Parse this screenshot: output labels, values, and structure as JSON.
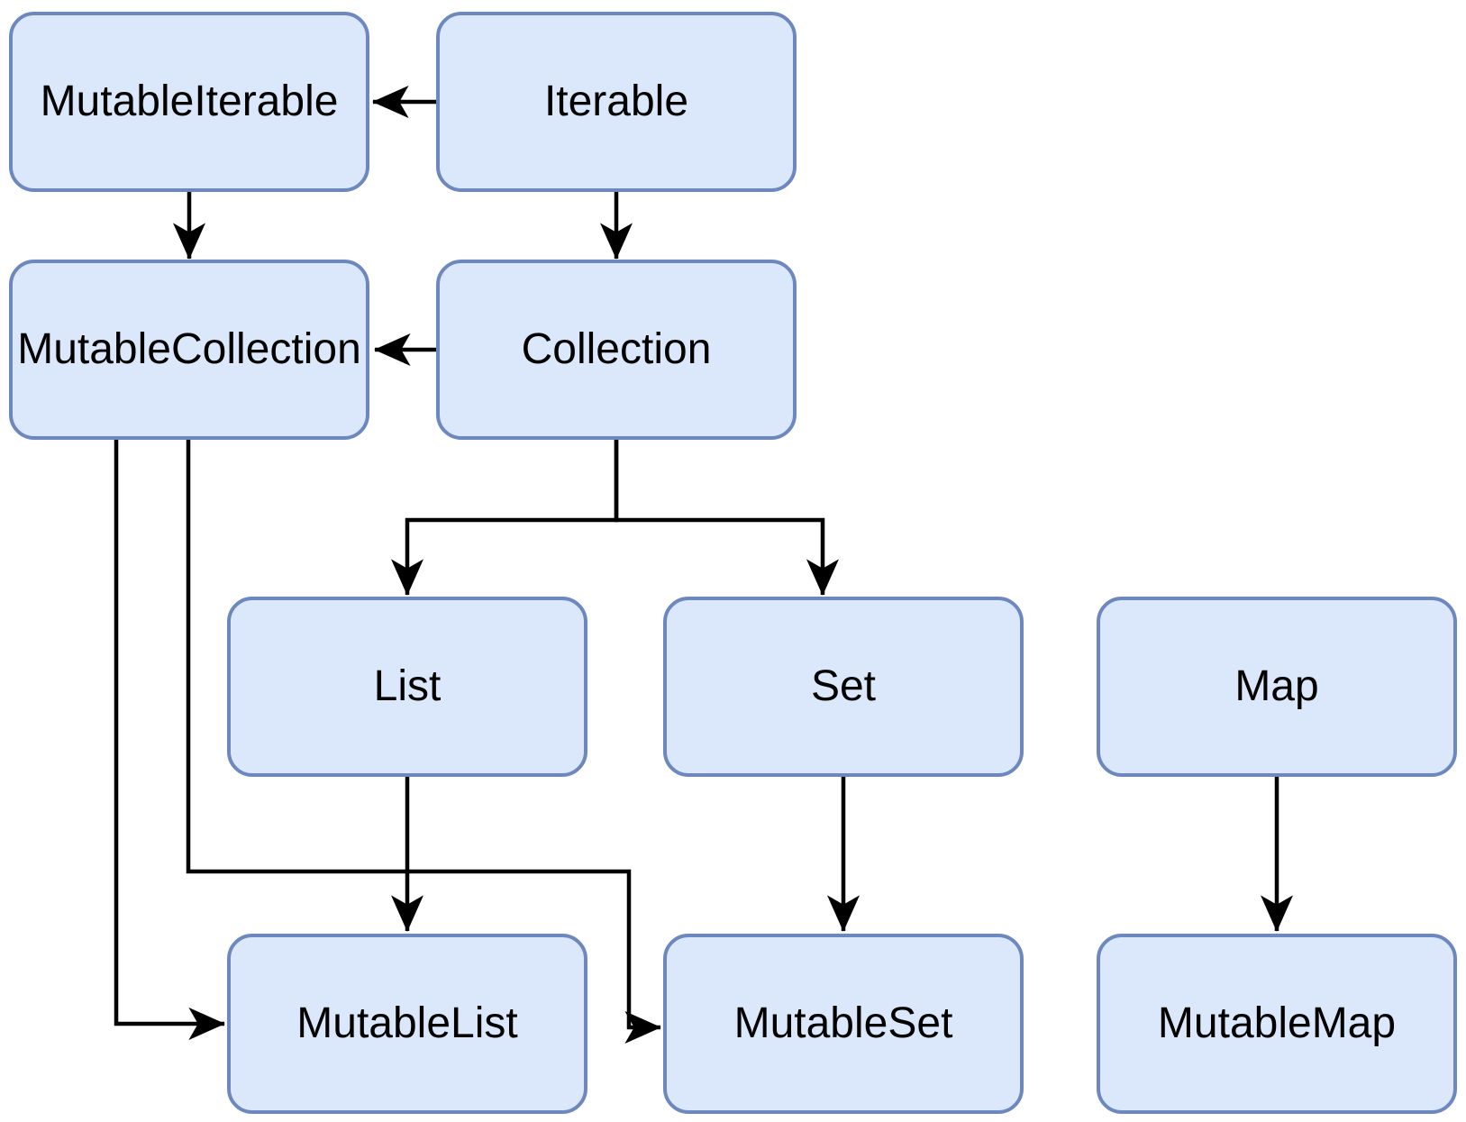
{
  "colors": {
    "background": "#ffffff",
    "node_fill": "#dbe8fb",
    "node_border": "#6d87bf",
    "connector": "#000000",
    "label_text": "#000000"
  },
  "nodes": {
    "mutable_iterable": {
      "label": "MutableIterable"
    },
    "iterable": {
      "label": "Iterable"
    },
    "mutable_collection": {
      "label": "MutableCollection"
    },
    "collection": {
      "label": "Collection"
    },
    "list": {
      "label": "List"
    },
    "set": {
      "label": "Set"
    },
    "map": {
      "label": "Map"
    },
    "mutable_list": {
      "label": "MutableList"
    },
    "mutable_set": {
      "label": "MutableSet"
    },
    "mutable_map": {
      "label": "MutableMap"
    }
  },
  "edges": [
    {
      "from": "Iterable",
      "to": "MutableIterable"
    },
    {
      "from": "MutableIterable",
      "to": "MutableCollection"
    },
    {
      "from": "Iterable",
      "to": "Collection"
    },
    {
      "from": "Collection",
      "to": "MutableCollection"
    },
    {
      "from": "Collection",
      "to": "List"
    },
    {
      "from": "Collection",
      "to": "Set"
    },
    {
      "from": "List",
      "to": "MutableList"
    },
    {
      "from": "Set",
      "to": "MutableSet"
    },
    {
      "from": "Map",
      "to": "MutableMap"
    },
    {
      "from": "MutableCollection",
      "to": "MutableList"
    },
    {
      "from": "MutableCollection",
      "to": "MutableSet"
    }
  ]
}
